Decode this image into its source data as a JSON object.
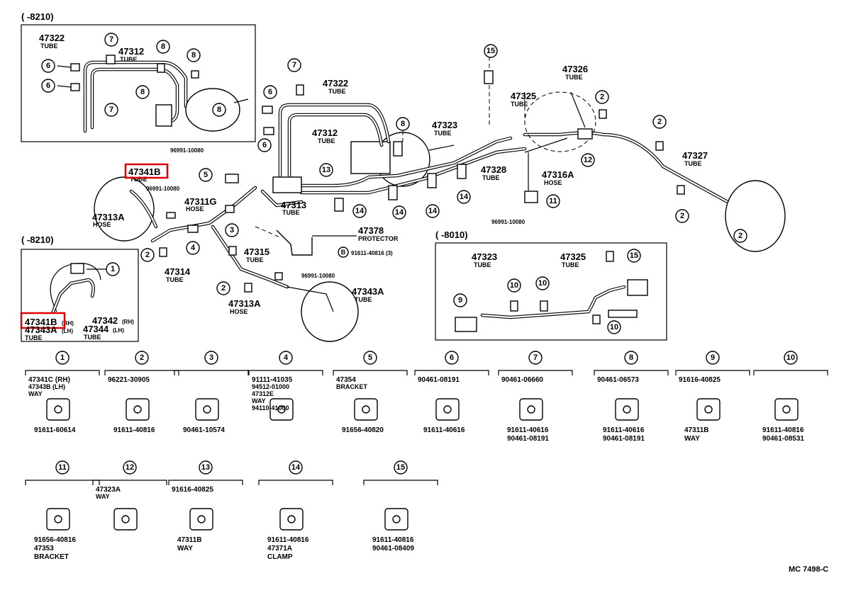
{
  "ranges": {
    "top_left": "(      -8210)",
    "mid_left": "(      -8210)",
    "mid_right": "(      -8010)"
  },
  "inset1": {
    "tube_47322": "47322",
    "tube_47322_name": "TUBE",
    "tube_47312": "47312",
    "tube_47312_name": "TUBE",
    "c7a": "7",
    "c6a": "6",
    "c6b": "6",
    "c7b": "7",
    "c8a": "8",
    "c8b": "8",
    "c8c": "8",
    "c8d": "8"
  },
  "main": {
    "c6": "6",
    "c6b": "6",
    "c7": "7",
    "c15": "15",
    "c8": "8",
    "c13": "13",
    "c2a": "2",
    "c2b": "2",
    "c2c": "2",
    "c2d": "2",
    "c2e": "2",
    "c12": "12",
    "c11": "11",
    "c5": "5",
    "c3": "3",
    "c4": "4",
    "c2f": "2",
    "c14a": "14",
    "c14b": "14",
    "c14c": "14",
    "c14d": "14",
    "p47322": "47322",
    "p47322_name": "TUBE",
    "p47312": "47312",
    "p47312_name": "TUBE",
    "p47323": "47323",
    "p47323_name": "TUBE",
    "p47325": "47325",
    "p47325_name": "TUBE",
    "p47326": "47326",
    "p47326_name": "TUBE",
    "p47327": "47327",
    "p47327_name": "TUBE",
    "p47328": "47328",
    "p47328_name": "TUBE",
    "p47316A": "47316A",
    "p47316A_name": "HOSE",
    "p96991a": "96991-10080",
    "p96991b": "96991-10080",
    "p96991c": "96991-10080",
    "p96991d": "96991-10080",
    "p47341B": "47341B",
    "p47341B_name": "TUBE",
    "p47313A": "47313A",
    "p47313A_name": "HOSE",
    "p47311G": "47311G",
    "p47311G_name": "HOSE",
    "p47313": "47313",
    "p47313_name": "TUBE",
    "p47378": "47378",
    "p47378_name": "PROTECTOR",
    "p91611_3": "91611-40816 (3)",
    "p47315": "47315",
    "p47315_name": "TUBE",
    "p47314": "47314",
    "p47314_name": "TUBE",
    "p47343A": "47343A",
    "p47343A_name": "TUBE",
    "p47313Ab": "47313A",
    "p47313Ab_name": "HOSE",
    "b_letter": "B"
  },
  "inset2": {
    "c1": "1",
    "p47341B": "47341B",
    "p47341B_side": "(RH)",
    "p47343A": "47343A",
    "p47343A_side": "(LH)",
    "p47342": "47342",
    "p47342_side": "(RH)",
    "p47344": "47344",
    "p47344_side": "(LH)",
    "tube_a": "TUBE",
    "tube_b": "TUBE"
  },
  "inset3": {
    "p47323": "47323",
    "p47323_name": "TUBE",
    "p47325": "47325",
    "p47325_name": "TUBE",
    "c15": "15",
    "c9": "9",
    "c10a": "10",
    "c10b": "10",
    "c10c": "10"
  },
  "legend": [
    {
      "num": "1",
      "lines": [
        "47341C (RH)",
        "47343B (LH)",
        "WAY"
      ],
      "extras": [
        "91611-60614"
      ]
    },
    {
      "num": "2",
      "lines": [
        "96221-30905"
      ],
      "extras": [
        "91611-40816"
      ]
    },
    {
      "num": "3",
      "lines": [],
      "extras": [
        "90461-10574"
      ]
    },
    {
      "num": "4",
      "lines": [
        "91111-41035",
        "94512-01000",
        "47312E",
        "WAY",
        "94110-41000"
      ],
      "extras": []
    },
    {
      "num": "5",
      "lines": [
        "47354",
        "BRACKET"
      ],
      "extras": [
        "91656-40820"
      ]
    },
    {
      "num": "6",
      "lines": [
        "90461-08191"
      ],
      "extras": [
        "91611-40616"
      ]
    },
    {
      "num": "7",
      "lines": [
        "90461-06660"
      ],
      "extras": [
        "91611-40616",
        "90461-08191"
      ]
    },
    {
      "num": "8",
      "lines": [
        "90461-06573"
      ],
      "extras": [
        "91611-40616",
        "90461-08191"
      ]
    },
    {
      "num": "9",
      "lines": [
        "91616-40825"
      ],
      "extras": [
        "47311B",
        "WAY"
      ]
    },
    {
      "num": "10",
      "lines": [],
      "extras": [
        "91611-40816",
        "90461-08531"
      ]
    },
    {
      "num": "11",
      "lines": [],
      "extras": [
        "91656-40816",
        "47353",
        "BRACKET"
      ]
    },
    {
      "num": "12",
      "lines": [
        "47323A",
        "WAY"
      ],
      "extras": []
    },
    {
      "num": "13",
      "lines": [
        "91616-40825"
      ],
      "extras": [
        "47311B",
        "WAY"
      ]
    },
    {
      "num": "14",
      "lines": [],
      "extras": [
        "91611-40816",
        "47371A",
        "CLAMP"
      ]
    },
    {
      "num": "15",
      "lines": [],
      "extras": [
        "91611-40816",
        "90461-08409"
      ]
    }
  ],
  "ref_code": "MC  7498-C",
  "highlight_color": "#e00000"
}
